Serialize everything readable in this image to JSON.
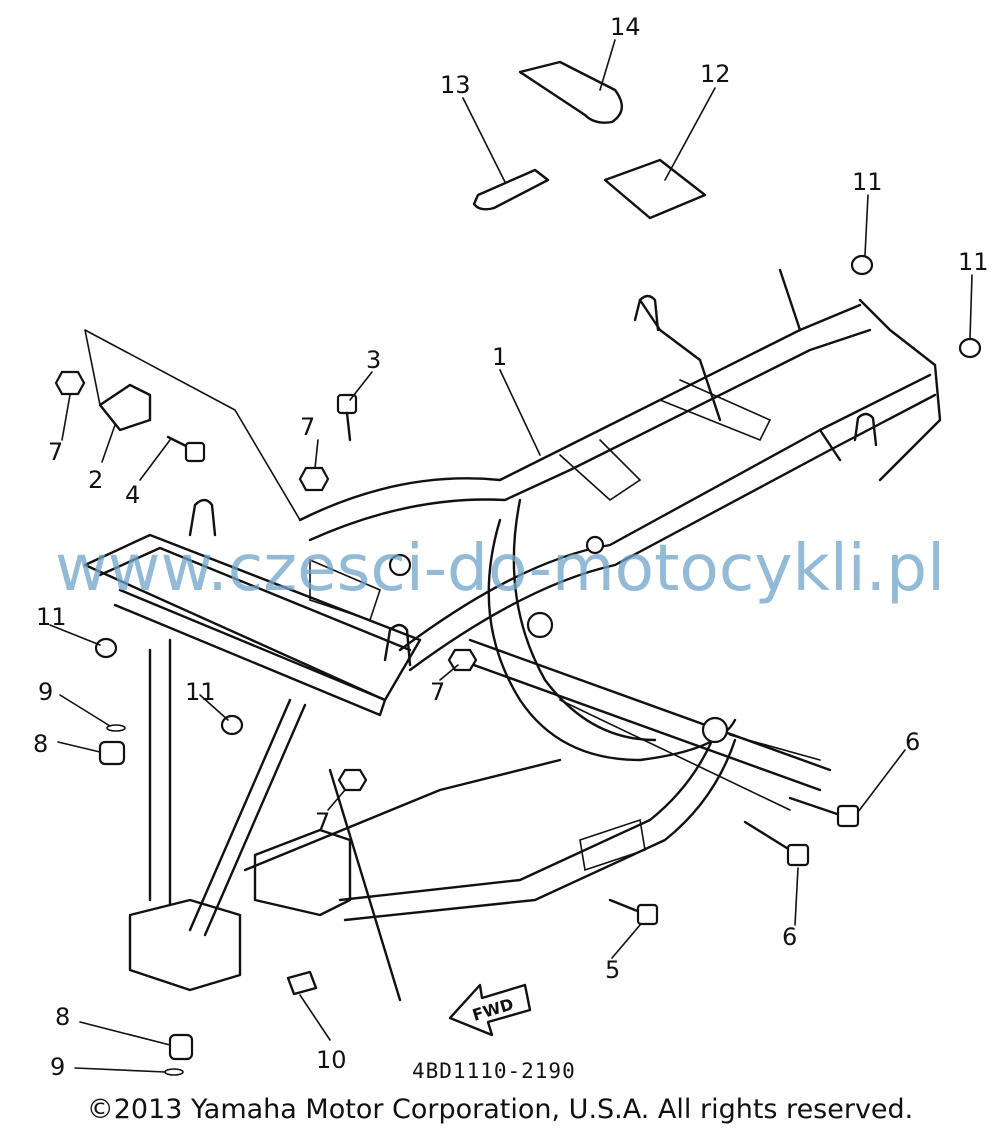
{
  "diagram": {
    "part_code": "4BD1110-2190",
    "fwd_label": "FWD",
    "watermark": "www.czesci-do-motocykli.pl",
    "copyright": "©2013 Yamaha Motor Corporation, U.S.A. All rights reserved.",
    "callouts": {
      "c1": "1",
      "c2": "2",
      "c3": "3",
      "c4": "4",
      "c5a": "5",
      "c6a": "6",
      "c6b": "6",
      "c7a": "7",
      "c7b": "7",
      "c7c": "7",
      "c7d": "7",
      "c8a": "8",
      "c8b": "8",
      "c9a": "9",
      "c9b": "9",
      "c10": "10",
      "c11a": "11",
      "c11b": "11",
      "c11c": "11",
      "c11d": "11",
      "c12": "12",
      "c13": "13",
      "c14": "14"
    }
  }
}
